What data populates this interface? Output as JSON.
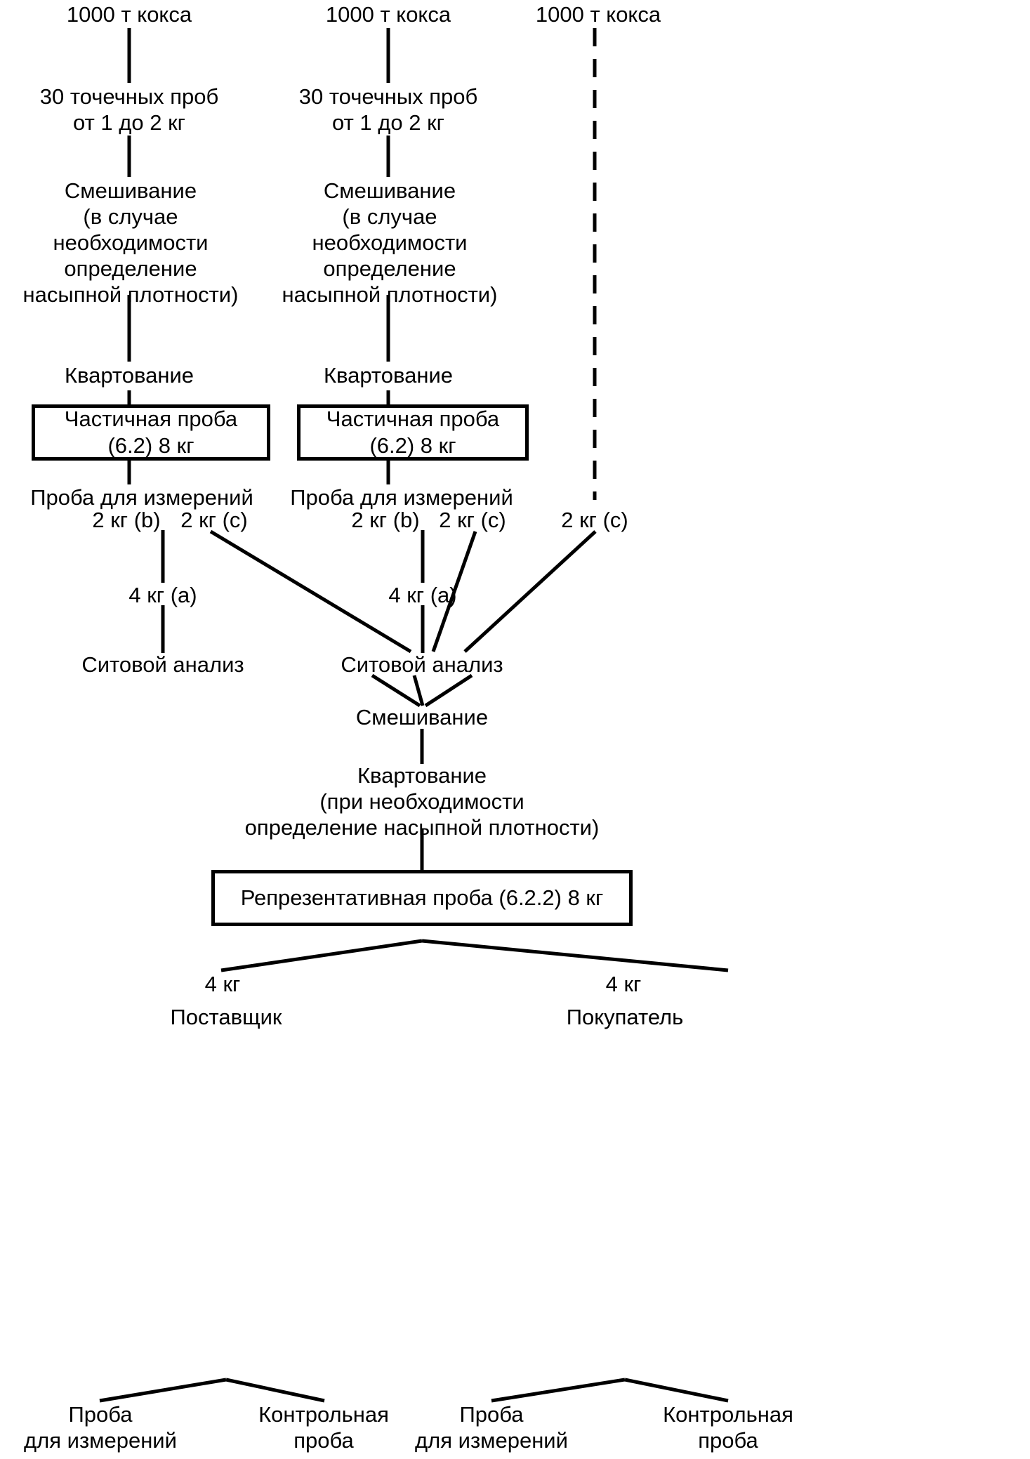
{
  "diagram": {
    "title": "Схема отбора и подготовки проб кокса",
    "type": "flowchart",
    "language": "ru",
    "line_color": "#000000",
    "background_color": "#ffffff"
  },
  "nodes": {
    "coke_1": "1000 т кокса",
    "coke_2": "1000 т кокса",
    "coke_3": "1000 т кокса",
    "increments_1": "30 точечных проб\nот 1 до 2 кг",
    "increments_2": "30 точечных проб\nот 1 до 2 кг",
    "mixing_1": "Смешивание\n(в случае\nнеобходимости\nопределение\nнасыпной плотности)",
    "mixing_2": "Смешивание\n(в случае\nнеобходимости\nопределение\nнасыпной плотности)",
    "quartering_1": "Квартование",
    "quartering_2": "Квартование",
    "partial_sample_1": "Частичная проба\n(6.2) 8 кг",
    "partial_sample_2": "Частичная проба\n(6.2) 8 кг",
    "test_sample_label_1": "Проба для измерений",
    "test_sample_label_2": "Проба для измерений",
    "kg2b_1": "2 кг (b)",
    "kg2c_1": "2 кг (c)",
    "kg2b_2": "2 кг (b)",
    "kg2c_2": "2 кг (c)",
    "kg2c_3": "2 кг (c)",
    "kg4a_1": "4 кг (a)",
    "kg4a_2": "4 кг (a)",
    "sieve_analysis_1": "Ситовой анализ",
    "sieve_analysis_2": "Ситовой анализ",
    "mixing_final": "Смешивание",
    "quartering_final": "Квартование\n(при необходимости\nопределение насыпной плотности)",
    "representative_sample": "Репрезентативная проба (6.2.2) 8 кг",
    "kg4_left": "4 кг",
    "kg4_right": "4 кг",
    "supplier": "Поставщик",
    "buyer": "Покупатель",
    "supplier_test_sample": "Проба\nдля измерений",
    "supplier_reference_sample": "Контрольная\nпроба",
    "buyer_test_sample": "Проба\nдля измерений",
    "buyer_reference_sample": "Контрольная\nпроба"
  }
}
